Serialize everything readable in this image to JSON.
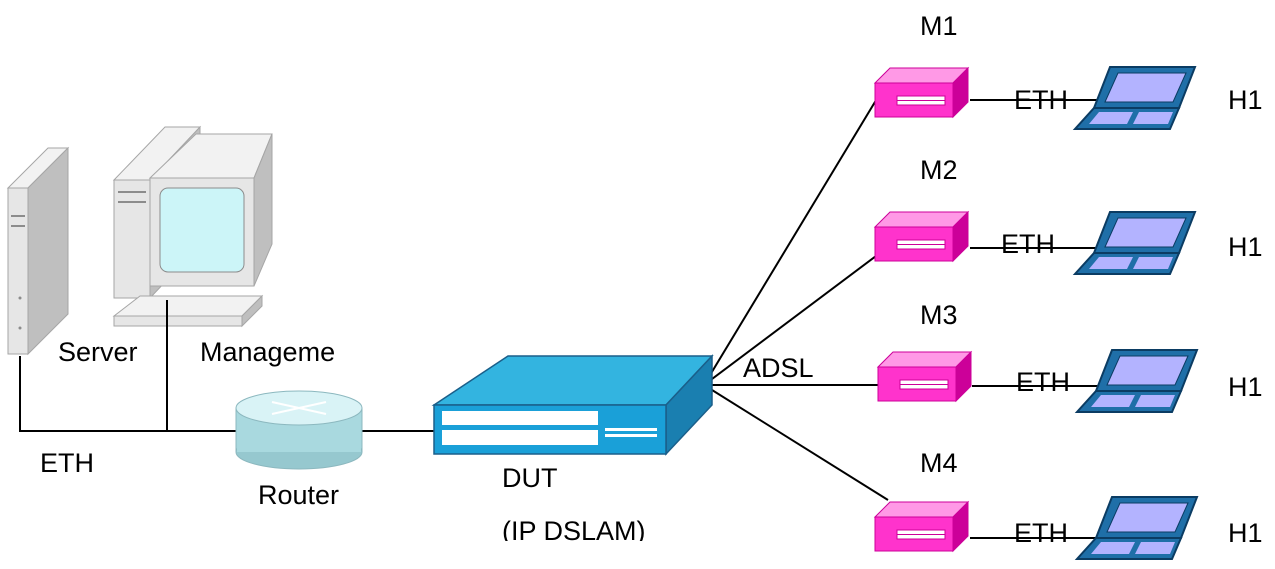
{
  "labels": {
    "server": "Server",
    "management": "Manageme",
    "eth_left": "ETH",
    "router": "Router",
    "dut": "DUT",
    "dut_sub": "(IP DSLAM)",
    "adsl": "ADSL"
  },
  "modems": [
    {
      "name": "M1",
      "link": "ETH",
      "host": "H1"
    },
    {
      "name": "M2",
      "link": "ETH",
      "host": "H1"
    },
    {
      "name": "M3",
      "link": "ETH",
      "host": "H1"
    },
    {
      "name": "M4",
      "link": "ETH",
      "host": "H1"
    }
  ],
  "colors": {
    "modem": "#ff33cc",
    "dut": "#1aa0d8",
    "laptop": "#1f6fa8",
    "router": "#b8e6ec",
    "pc": "#d9d9d9"
  }
}
